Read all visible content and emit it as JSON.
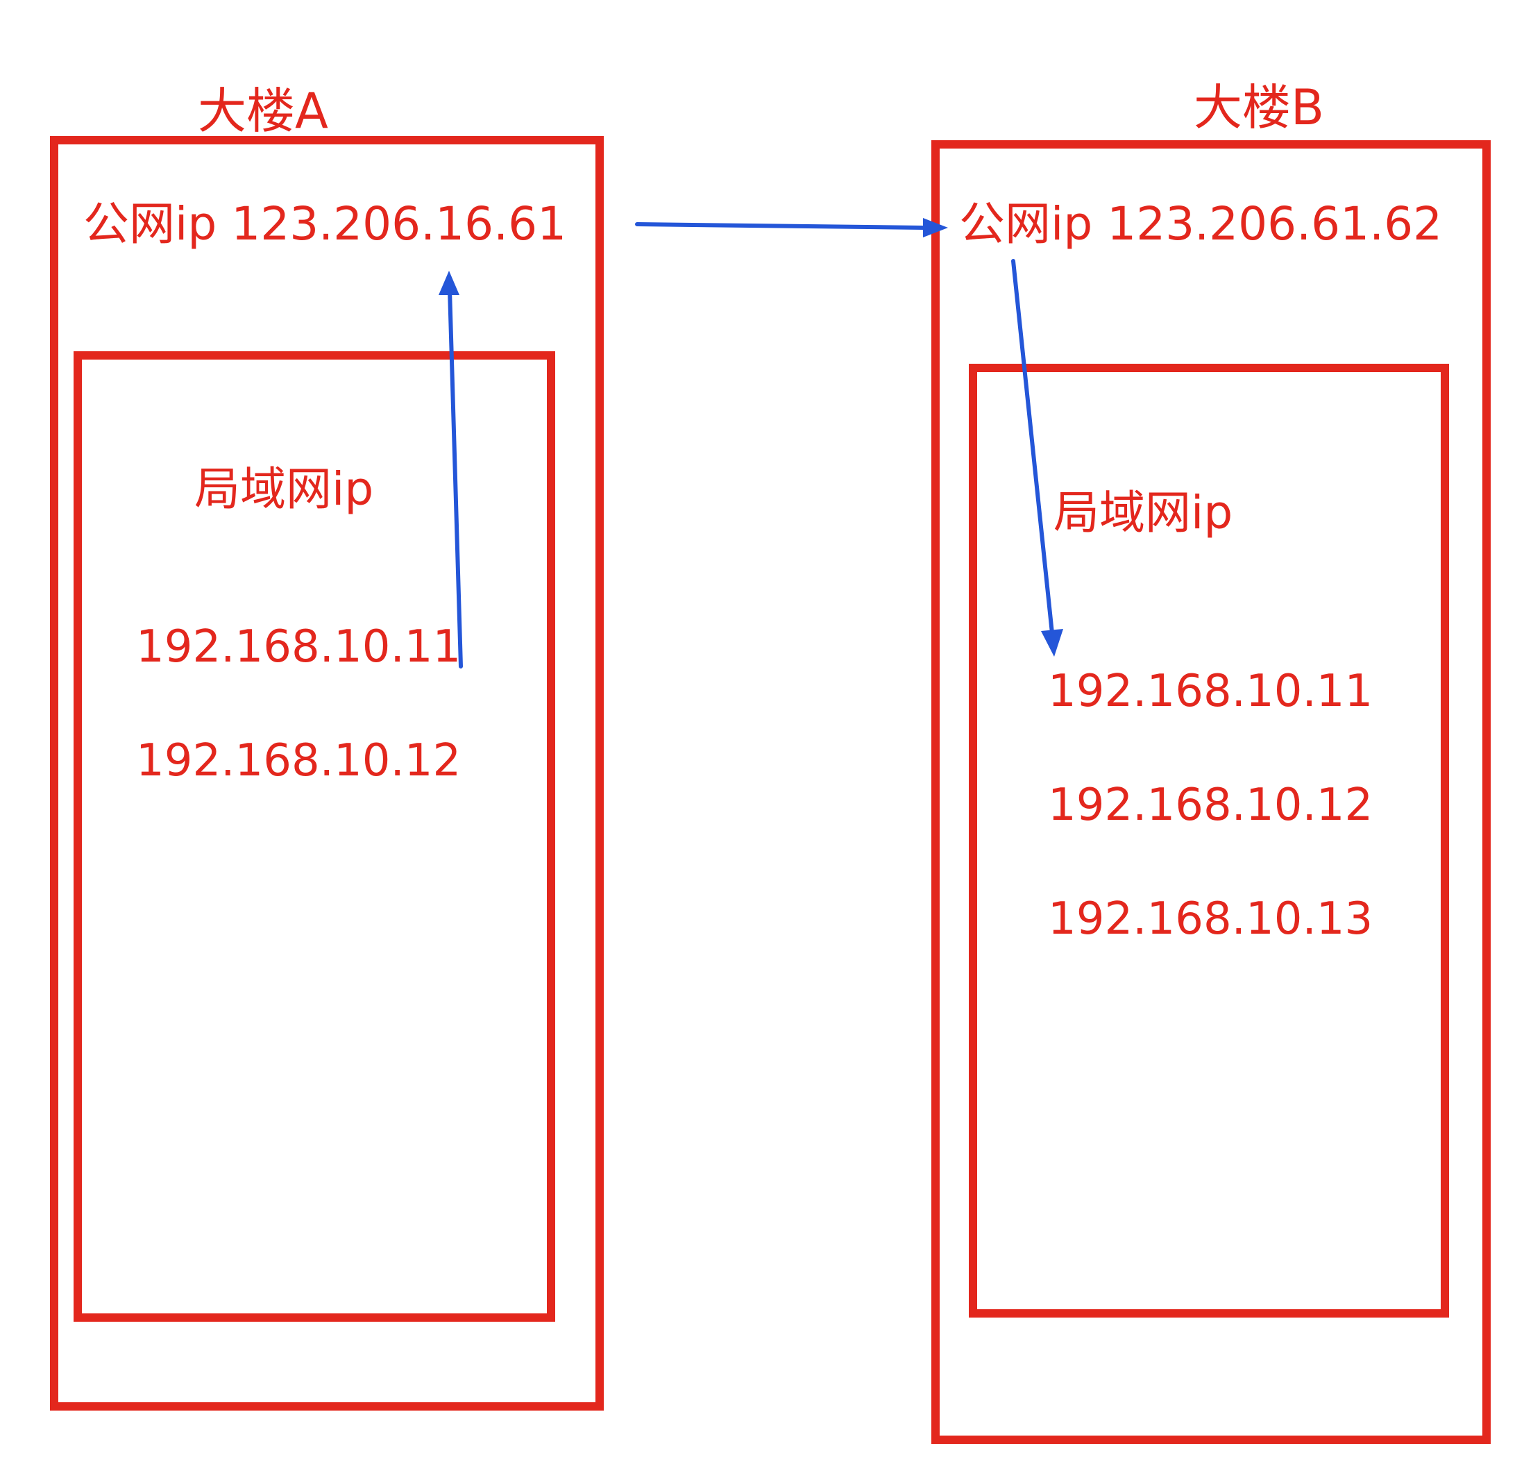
{
  "colors": {
    "box": "#e3271d",
    "text": "#e3271d",
    "arrow": "#2456d8"
  },
  "building_a": {
    "title": "大楼A",
    "public_ip_label": "公网ip 123.206.16.61",
    "lan_title": "局域网ip",
    "lan_ips": [
      "192.168.10.11",
      "192.168.10.12"
    ]
  },
  "building_b": {
    "title": "大楼B",
    "public_ip_label": "公网ip 123.206.61.62",
    "lan_title": "局域网ip",
    "lan_ips": [
      "192.168.10.11",
      "192.168.10.12",
      "192.168.10.13"
    ]
  }
}
